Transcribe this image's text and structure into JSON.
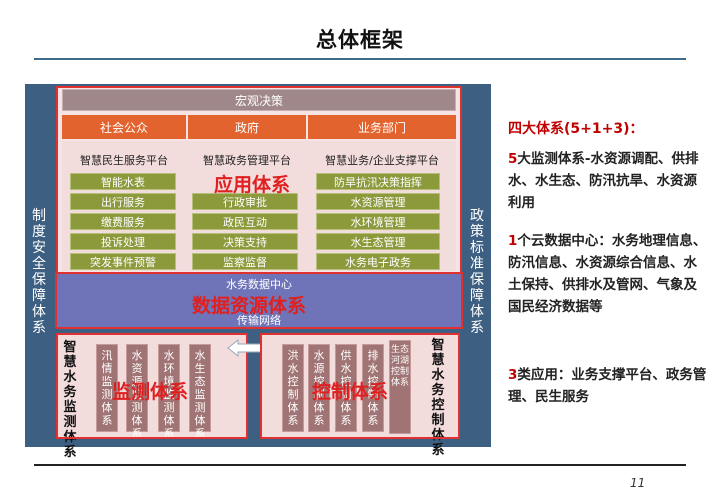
{
  "title": "总体框架",
  "page_number": "11",
  "left_side": "制度安全保障体系",
  "right_side": "政策标准保障体系",
  "top": {
    "macro": "宏观决策",
    "groups": [
      "社会公众",
      "政府",
      "业务部门"
    ]
  },
  "columns": [
    {
      "title": "智慧民生服务平台",
      "items": [
        "智能水表",
        "出行服务",
        "缴费服务",
        "投诉处理",
        "突发事件预警"
      ]
    },
    {
      "title": "智慧政务管理平台",
      "items": [
        "行政审批",
        "政民互动",
        "决策支持",
        "监察监督"
      ]
    },
    {
      "title": "智慧业务/企业支撑平台",
      "items": [
        "防旱抗汛决策指挥",
        "水资源管理",
        "水环境管理",
        "水生态管理",
        "水务电子政务"
      ]
    }
  ],
  "overlay_app": "应用体系",
  "data_layer": {
    "center": "水务数据中心",
    "network": "传输网络",
    "overlay": "数据资源体系"
  },
  "monitor": {
    "side": "智慧水务监测体系",
    "items": [
      "汛情监测体系",
      "水资源监测体系",
      "水环境监测体系",
      "水生态监测体系"
    ],
    "overlay": "监测体系"
  },
  "control": {
    "side": "智慧水务控制体系",
    "items": [
      "洪水控制体系",
      "水源控制体系",
      "供水控制体系",
      "排水控制体系",
      "生态河湖控制体系"
    ],
    "overlay": "控制体系"
  },
  "summary": {
    "heading": "四大体系(5+1+3)：",
    "p1_num": "5",
    "p1_text": "大监测体系-水资源调配、供排水、水生态、防汛抗旱、水资源利用",
    "p2_num": "1",
    "p2_text": "个云数据中心：水务地理信息、防汛信息、水资源综合信息、水土保持、供排水及管网、气象及国民经济数据等",
    "p3_num": "3",
    "p3_text": "类应用：业务支撑平台、政务管理、民生服务"
  },
  "colors": {
    "frame": "#3d5f82",
    "accent": "#c00000",
    "orange": "#e3632e",
    "green": "#8c9a3c",
    "data": "#6f74b8"
  }
}
